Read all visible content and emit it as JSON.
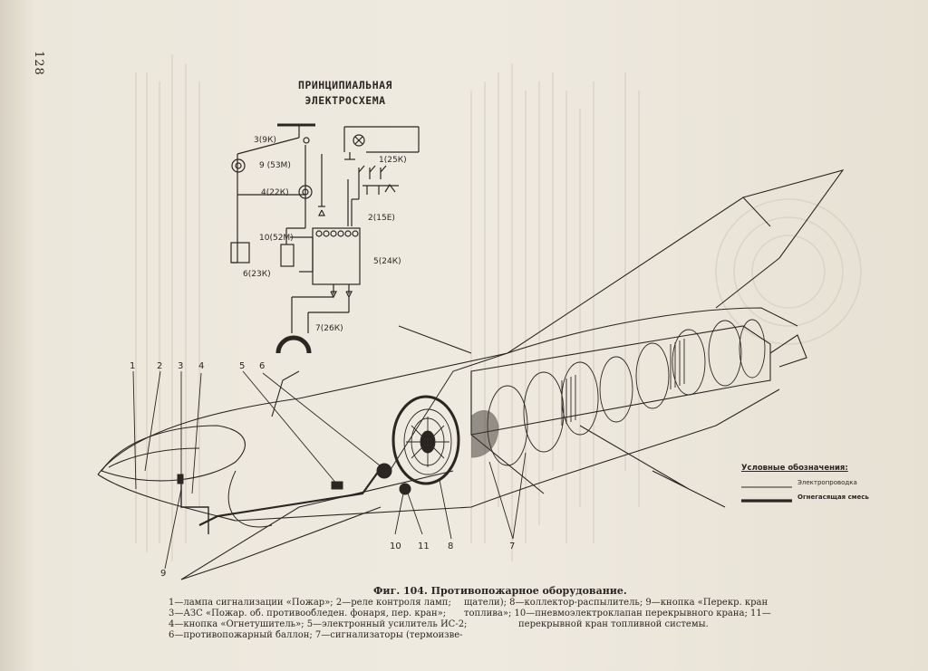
{
  "page_number": "128",
  "scheme_title": [
    "ПРИНЦИПИАЛЬНАЯ",
    "ЭЛЕКТРОСХЕМА"
  ],
  "scheme_labels": {
    "l3": "3(9К)",
    "l1": "1(25К)",
    "l9": "9 (53М)",
    "l4": "4(22К)",
    "l2": "2(15Е)",
    "l10": "10(52М)",
    "l5": "5(24К)",
    "l6": "6(23К)",
    "l7": "7(26К)"
  },
  "callouts": {
    "c1": "1",
    "c2": "2",
    "c3": "3",
    "c4": "4",
    "c5": "5",
    "c6": "6",
    "c7": "7",
    "c8": "8",
    "c9": "9",
    "c10": "10",
    "c11": "11"
  },
  "legend": {
    "title": "Условные обозначения:",
    "wiring": "Электропроводка",
    "mixture": "Огнегасящая смесь"
  },
  "caption": {
    "title": "Фиг. 104. Противопожарное оборудование.",
    "left_lines": [
      "1—лампа сигнализации «Пожар»; 2—реле контроля ламп;",
      "3—АЗС «Пожар. об. противообледен. фонаря, пер. кран»;",
      "4—кнопка «Огнетушитель»; 5—электронный усилитель ИС-2;",
      "6—противопожарный баллон; 7—сигнализаторы (термоизве-"
    ],
    "right_lines": [
      "щатели); 8—коллектор-распылитель; 9—кнопка «Перекр. кран",
      "топлива»; 10—пневмоэлектроклапан перекрывного крана; 11—",
      "перекрывной кран топливной системы."
    ]
  }
}
